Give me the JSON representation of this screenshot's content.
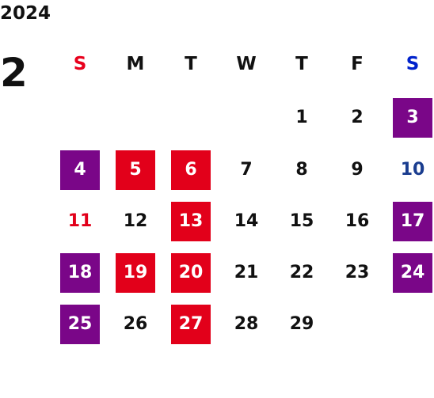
{
  "calendar": {
    "year": "2024",
    "month": "2",
    "weekdays": [
      "S",
      "M",
      "T",
      "W",
      "T",
      "F",
      "S"
    ],
    "weekday_colors": [
      "#e8001c",
      "#111111",
      "#111111",
      "#111111",
      "#111111",
      "#111111",
      "#0022cc"
    ],
    "colors": {
      "purple": "#7a0688",
      "red": "#e2001a",
      "holiday_text": "#e2001a",
      "saturday_text": "#1a3d8f",
      "default_text": "#111111",
      "highlight_text": "#ffffff"
    },
    "weeks": [
      [
        null,
        null,
        null,
        null,
        {
          "day": "1"
        },
        {
          "day": "2"
        },
        {
          "day": "3",
          "style": "purple"
        }
      ],
      [
        {
          "day": "4",
          "style": "purple"
        },
        {
          "day": "5",
          "style": "red"
        },
        {
          "day": "6",
          "style": "red"
        },
        {
          "day": "7"
        },
        {
          "day": "8"
        },
        {
          "day": "9"
        },
        {
          "day": "10",
          "style": "saturday-text"
        }
      ],
      [
        {
          "day": "11",
          "style": "holiday-text"
        },
        {
          "day": "12"
        },
        {
          "day": "13",
          "style": "red"
        },
        {
          "day": "14"
        },
        {
          "day": "15"
        },
        {
          "day": "16"
        },
        {
          "day": "17",
          "style": "purple"
        }
      ],
      [
        {
          "day": "18",
          "style": "purple"
        },
        {
          "day": "19",
          "style": "red"
        },
        {
          "day": "20",
          "style": "red"
        },
        {
          "day": "21"
        },
        {
          "day": "22"
        },
        {
          "day": "23"
        },
        {
          "day": "24",
          "style": "purple"
        }
      ],
      [
        {
          "day": "25",
          "style": "purple"
        },
        {
          "day": "26"
        },
        {
          "day": "27",
          "style": "red"
        },
        {
          "day": "28"
        },
        {
          "day": "29"
        },
        null,
        null
      ]
    ]
  }
}
